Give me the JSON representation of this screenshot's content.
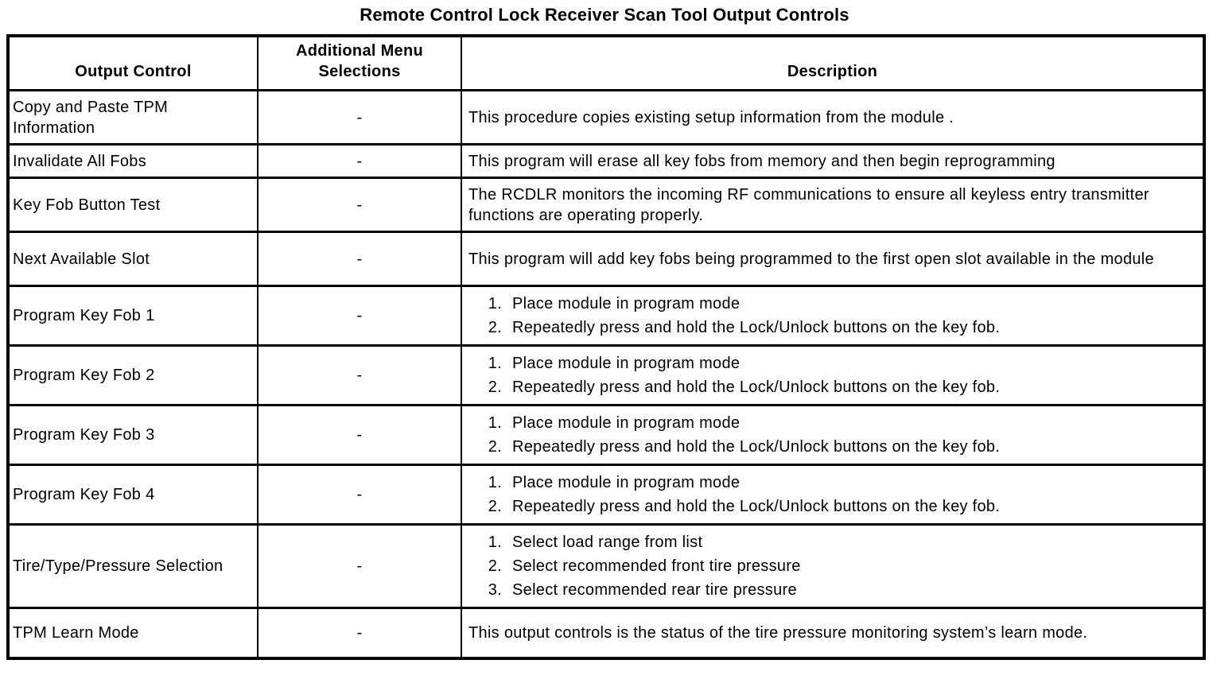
{
  "title": "Remote Control Lock Receiver Scan Tool Output Controls",
  "table": {
    "headers": [
      "Output Control",
      "Additional Menu Selections",
      "Description"
    ],
    "rows": [
      {
        "control": "Copy and Paste TPM Information",
        "menu": "-",
        "description": {
          "type": "text",
          "text": "This procedure copies existing setup information from the module ."
        }
      },
      {
        "control": "Invalidate All Fobs",
        "menu": "-",
        "description": {
          "type": "text",
          "text": "This program will erase all key fobs from memory and then begin reprogramming"
        }
      },
      {
        "control": "Key Fob Button Test",
        "menu": "-",
        "description": {
          "type": "text",
          "text": "The RCDLR monitors the incoming RF communications to ensure all keyless entry transmitter functions are operating properly."
        }
      },
      {
        "control": "Next Available Slot",
        "menu": "-",
        "description": {
          "type": "text",
          "text": "This program will add key fobs being programmed to the first open slot available in the module"
        }
      },
      {
        "control": "Program Key Fob 1",
        "menu": "-",
        "description": {
          "type": "list",
          "items": [
            "Place module in program mode",
            "Repeatedly press and hold the Lock/Unlock buttons on the key fob."
          ]
        }
      },
      {
        "control": "Program Key Fob 2",
        "menu": "-",
        "description": {
          "type": "list",
          "items": [
            "Place module in program mode",
            "Repeatedly press and hold the Lock/Unlock buttons on the key fob."
          ]
        }
      },
      {
        "control": "Program Key Fob 3",
        "menu": "-",
        "description": {
          "type": "list",
          "items": [
            "Place module in program mode",
            "Repeatedly press and hold the Lock/Unlock buttons on the key fob."
          ]
        }
      },
      {
        "control": "Program Key Fob 4",
        "menu": "-",
        "description": {
          "type": "list",
          "items": [
            "Place module in program mode",
            "Repeatedly press and hold the Lock/Unlock buttons on the key fob."
          ]
        }
      },
      {
        "control": "Tire/Type/Pressure Selection",
        "menu": "-",
        "description": {
          "type": "list",
          "items": [
            "Select load range from list",
            "Select recommended front tire pressure",
            "Select recommended rear tire pressure"
          ]
        }
      },
      {
        "control": "TPM Learn Mode",
        "menu": "-",
        "description": {
          "type": "text",
          "text": "This output controls is the status of the tire pressure monitoring system’s learn mode."
        }
      }
    ]
  }
}
